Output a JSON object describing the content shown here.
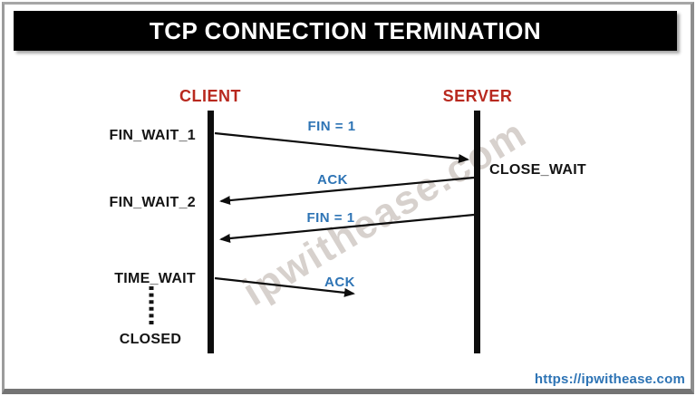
{
  "title": "TCP CONNECTION TERMINATION",
  "diagram": {
    "client": {
      "label": "CLIENT"
    },
    "server": {
      "label": "SERVER"
    },
    "client_states": [
      "FIN_WAIT_1",
      "FIN_WAIT_2",
      "TIME_WAIT",
      "CLOSED"
    ],
    "server_state": "CLOSE_WAIT",
    "messages": [
      {
        "label": "FIN = 1",
        "from": "client",
        "to": "server"
      },
      {
        "label": "ACK",
        "from": "server",
        "to": "client"
      },
      {
        "label": "FIN = 1",
        "from": "server",
        "to": "client"
      },
      {
        "label": "ACK",
        "from": "client",
        "to": "server"
      }
    ]
  },
  "watermark": {
    "text": "ipwithease.com"
  },
  "footer": {
    "url": "https://ipwithease.com"
  },
  "colors": {
    "banner_bg": "#000000",
    "banner_text": "#ffffff",
    "endpoint_red": "#B8291F",
    "message_blue": "#2E74B5",
    "line_black": "#0d0d0d",
    "watermark_gray": "#B6ACA4",
    "frame_gray": "#8d8d8d"
  }
}
